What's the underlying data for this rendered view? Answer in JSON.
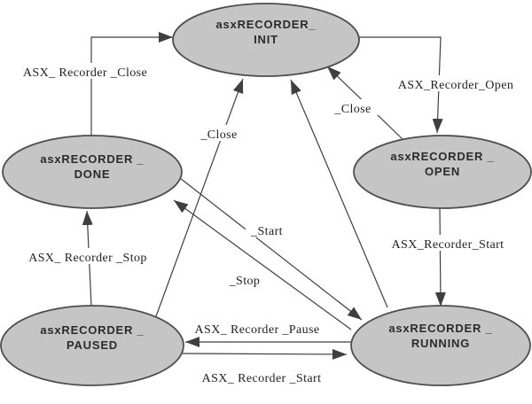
{
  "diagram": {
    "type": "state-machine",
    "colors": {
      "background": "#ffffff",
      "state_fill": "#c5c5c5",
      "state_stroke": "#4d4d4d",
      "state_text": "#2b2b2b",
      "edge_color": "#3f3f3f",
      "label_color": "#1f1f1f"
    },
    "states": {
      "init": {
        "line1": "asxRECORDER_",
        "line2": "INIT"
      },
      "done": {
        "line1": "asxRECORDER _",
        "line2": "DONE"
      },
      "open": {
        "line1": "asxRECORDER _",
        "line2": "OPEN"
      },
      "paused": {
        "line1": "asxRECORDER _",
        "line2": "PAUSED"
      },
      "running": {
        "line1": "asxRECORDER _",
        "line2": "RUNNING"
      }
    },
    "labels": {
      "recorder_close": "ASX_ Recorder _Close",
      "recorder_open": "ASX_Recorder_Open",
      "close_from_open": "_Close",
      "close_from_paused": "_Close",
      "recorder_start_right": "ASX_Recorder_Start",
      "start_diagonal": "_Start",
      "stop_diagonal": "_Stop",
      "recorder_stop": "ASX_ Recorder _Stop",
      "recorder_pause": "ASX_ Recorder _Pause",
      "recorder_start_bottom": "ASX_ Recorder _Start"
    },
    "transitions": [
      {
        "from": "DONE",
        "to": "INIT",
        "label": "ASX_ Recorder _Close"
      },
      {
        "from": "INIT",
        "to": "OPEN",
        "label": "ASX_Recorder_Open"
      },
      {
        "from": "OPEN",
        "to": "INIT",
        "label": "_Close"
      },
      {
        "from": "PAUSED",
        "to": "INIT",
        "label": "_Close"
      },
      {
        "from": "RUNNING",
        "to": "INIT",
        "label": ""
      },
      {
        "from": "OPEN",
        "to": "RUNNING",
        "label": "ASX_Recorder_Start"
      },
      {
        "from": "DONE",
        "to": "RUNNING",
        "label": "_Start"
      },
      {
        "from": "RUNNING",
        "to": "DONE",
        "label": "_Stop"
      },
      {
        "from": "PAUSED",
        "to": "DONE",
        "label": "ASX_ Recorder _Stop"
      },
      {
        "from": "RUNNING",
        "to": "PAUSED",
        "label": "ASX_ Recorder _Pause"
      },
      {
        "from": "PAUSED",
        "to": "RUNNING",
        "label": "ASX_ Recorder _Start"
      }
    ]
  }
}
